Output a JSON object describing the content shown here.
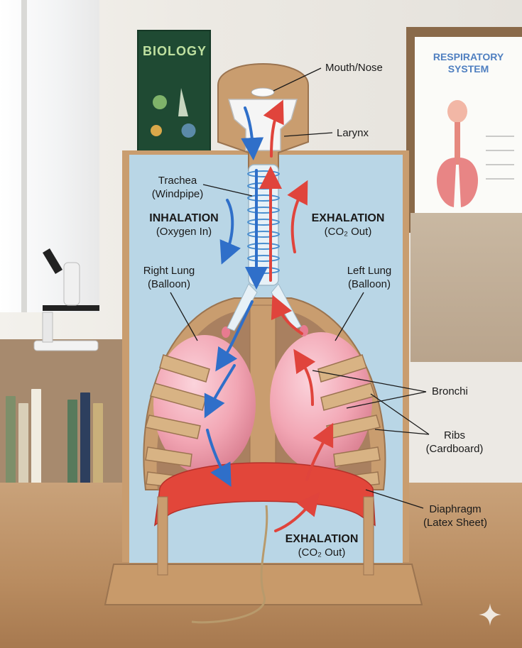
{
  "background_posters": {
    "biology": "BIOLOGY",
    "respiratory_line1": "RESPIRATORY",
    "respiratory_line2": "SYSTEM"
  },
  "labels": {
    "mouth_nose": "Mouth/Nose",
    "larynx": "Larynx",
    "trachea_line1": "Trachea",
    "trachea_line2": "(Windpipe)",
    "inhalation_title": "INHALATION",
    "inhalation_sub": "(Oxygen In)",
    "exhalation_title": "EXHALATION",
    "exhalation_sub": "(CO₂ Out)",
    "right_lung_line1": "Right Lung",
    "right_lung_line2": "(Balloon)",
    "left_lung_line1": "Left Lung",
    "left_lung_line2": "(Balloon)",
    "bronchi": "Bronchi",
    "ribs_line1": "Ribs",
    "ribs_line2": "(Cardboard)",
    "diaphragm_line1": "Diaphragm",
    "diaphragm_line2": "(Latex Sheet)",
    "bottom_exhalation_title": "EXHALATION",
    "bottom_exhalation_sub": "(CO₂ Out)"
  },
  "colors": {
    "inhalation_arrow": "#2f6fc9",
    "exhalation_arrow": "#e0443c",
    "cardboard": "#c99d6f",
    "backboard_blue": "#b9d6e6",
    "balloon_pink": "#f2a6b4",
    "diaphragm_red": "#e2463a"
  },
  "icons": [
    "sparkle-icon",
    "microscope-icon"
  ]
}
